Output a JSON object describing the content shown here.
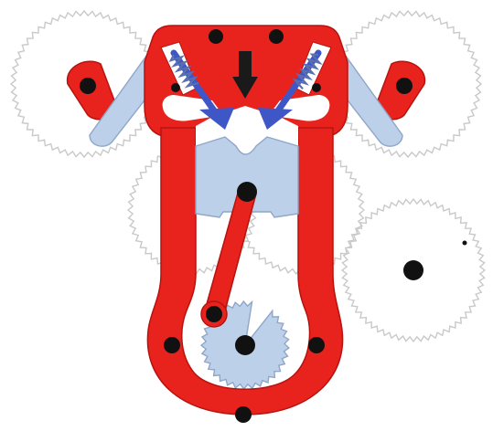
{
  "diagram": {
    "type": "four-stroke engine mechanism",
    "stroke_arrow_direction": "down",
    "colors": {
      "frame": "#e8231d",
      "frame_dark": "#c41410",
      "piston": "#bcd0ea",
      "crank_disc": "#bcd0ea",
      "rocker": "#bcd0ea",
      "valve": "#3f56c6",
      "spring": "#5a6fb0",
      "pin": "#111111",
      "gear_outline": "#c9c9c9",
      "background": "#ffffff"
    },
    "parts": [
      "frame",
      "combustion-chamber",
      "piston",
      "connecting-rod",
      "crank-disc",
      "intake-valve",
      "exhaust-valve",
      "valve-springs",
      "rocker-arms",
      "cam-lobes",
      "timing-gears",
      "pivot-pins",
      "stroke-arrow"
    ]
  }
}
